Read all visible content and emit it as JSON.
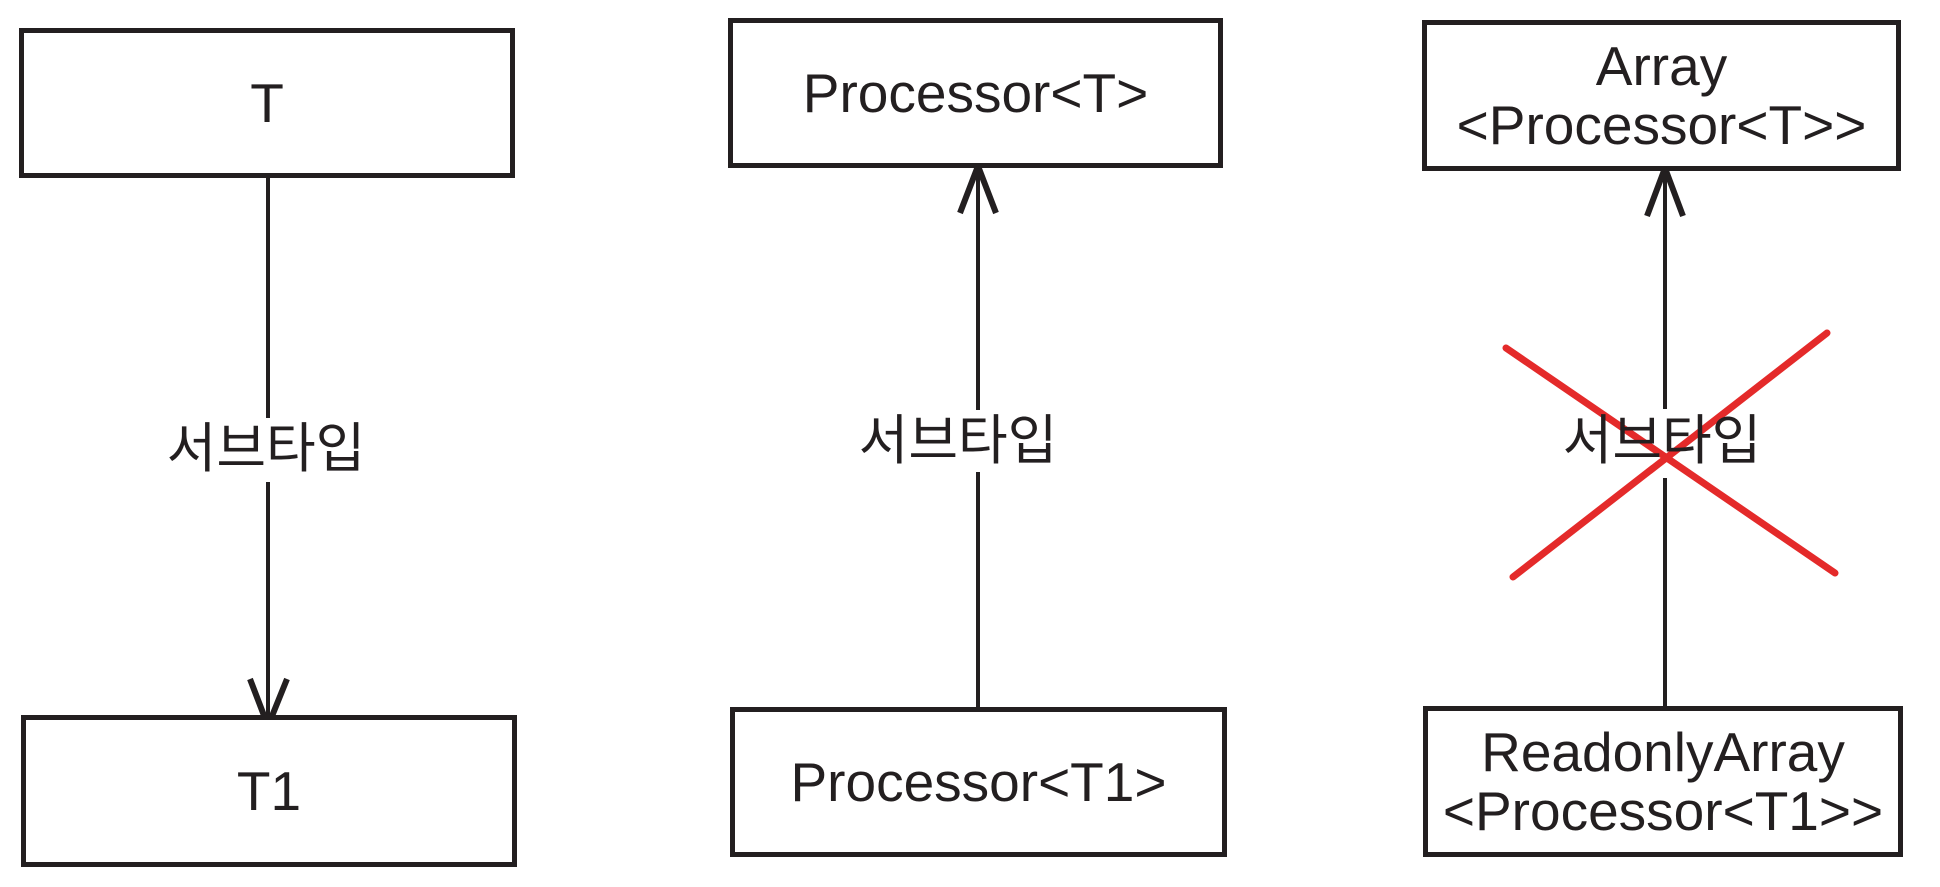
{
  "colors": {
    "line": "#231f20",
    "text": "#231f20",
    "cross": "#e42a2a",
    "background": "#ffffff"
  },
  "diagram1": {
    "top_box": "T",
    "bottom_box": "T1",
    "edge_label": "서브타입",
    "arrow_direction": "down"
  },
  "diagram2": {
    "top_box": "Processor<T>",
    "bottom_box": "Processor<T1>",
    "edge_label": "서브타입",
    "arrow_direction": "up"
  },
  "diagram3": {
    "top_box_line1": "Array",
    "top_box_line2": "<Processor<T>>",
    "bottom_box_line1": "ReadonlyArray",
    "bottom_box_line2": "<Processor<T1>>",
    "edge_label": "서브타입",
    "arrow_direction": "up",
    "crossed_out": true
  }
}
